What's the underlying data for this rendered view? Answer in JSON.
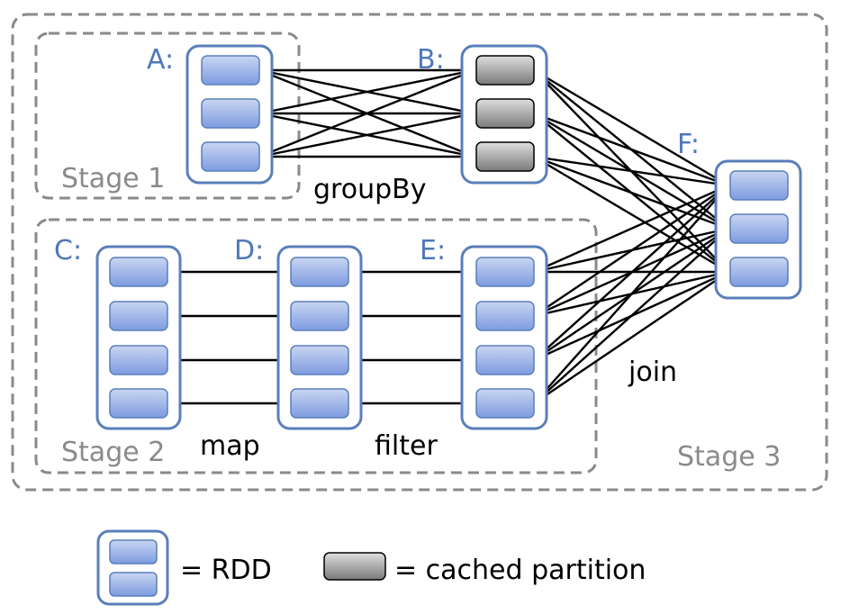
{
  "stages": [
    {
      "id": "stage1",
      "label": "Stage 1"
    },
    {
      "id": "stage2",
      "label": "Stage 2"
    },
    {
      "id": "stage3",
      "label": "Stage 3"
    }
  ],
  "rdds": [
    {
      "id": "A",
      "label": "A:",
      "partitions": 3,
      "cached": false
    },
    {
      "id": "B",
      "label": "B:",
      "partitions": 3,
      "cached": true
    },
    {
      "id": "C",
      "label": "C:",
      "partitions": 4,
      "cached": false
    },
    {
      "id": "D",
      "label": "D:",
      "partitions": 4,
      "cached": false
    },
    {
      "id": "E",
      "label": "E:",
      "partitions": 4,
      "cached": false
    },
    {
      "id": "F",
      "label": "F:",
      "partitions": 3,
      "cached": false
    }
  ],
  "operations": [
    {
      "id": "groupBy",
      "label": "groupBy",
      "from": "A",
      "to": "B",
      "dependency": "all-to-all"
    },
    {
      "id": "map",
      "label": "map",
      "from": "C",
      "to": "D",
      "dependency": "one-to-one"
    },
    {
      "id": "filter",
      "label": "filter",
      "from": "D",
      "to": "E",
      "dependency": "one-to-one"
    },
    {
      "id": "join",
      "label": "join",
      "from": [
        "B",
        "E"
      ],
      "to": "F",
      "dependency": "all-to-all"
    }
  ],
  "legend": {
    "rdd_label": "= RDD",
    "cached_label": "= cached partition"
  },
  "colors": {
    "rdd_border": "#5a7fba",
    "partition_fill_top": "#c9d6f2",
    "partition_fill_bottom": "#7d9be0",
    "cached_fill_top": "#dedede",
    "cached_fill_bottom": "#7a7a7a",
    "stage_border": "#8a8a8a",
    "rdd_label": "#4f78b8",
    "arrow": "#000000"
  }
}
